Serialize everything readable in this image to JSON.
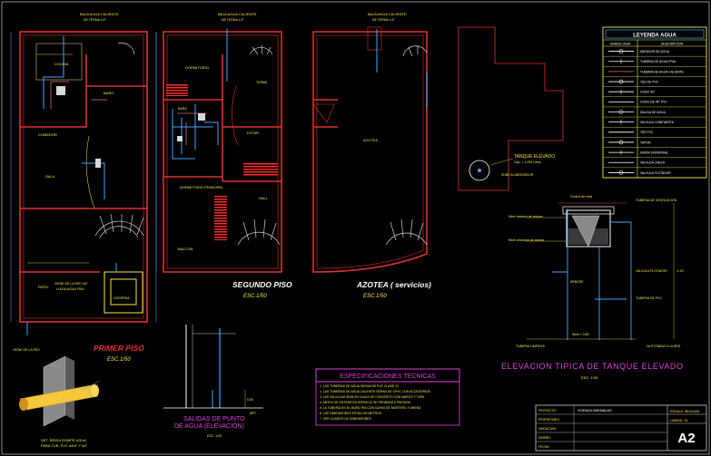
{
  "plans": {
    "first": {
      "title": "PRIMER PISO",
      "scale": "ESC.1/50",
      "rooms": [
        "COCINA",
        "BAÑO",
        "COMEDOR",
        "SALA",
        "PATIO",
        "CISTERNA"
      ],
      "notes": {
        "bajada": "BAJA AGUA CALIENTE",
        "bajada2": "DE TERMA 1/2\"",
        "cisterna1": "VIENE DE LA RED 3/4\"",
        "cisterna2": "LLEGA AGUA FRIA",
        "medidor": "VIENE DE LA RED"
      }
    },
    "second": {
      "title": "SEGUNDO PISO",
      "scale": "ESC.1/50",
      "rooms": [
        "DORMITORIO",
        "BAÑO",
        "DORMITORIO PRINCIPAL",
        "ESTAR",
        "HALL",
        "BALCON",
        "TERMA"
      ],
      "notes": {
        "bajada": "BAJA AGUA CALIENTE",
        "bajada2": "DE TERMA 1/2\""
      }
    },
    "roof": {
      "title": "AZOTEA ( servicios)",
      "scale": "ESC.1/50",
      "rooms": [
        "AZOTEA"
      ],
      "notes": {
        "bajada": "BAJA AGUA CALIENTE",
        "bajada2": "DE TERMA 1/2\"",
        "tank": "TANQUE ELEVADO",
        "tank_cap": "Cap. = 1,200 Litros",
        "alim": "SUBE ALIMENTADOR"
      }
    }
  },
  "legend": {
    "title": "LEYENDA AGUA",
    "col_symbol": "SIMBOLOGIA",
    "col_desc": "DESCRIPCION",
    "rows": [
      "MEDIDOR DE AGUA",
      "TUBERIA DE AGUA FRIA",
      "TUBERIA DE AGUA CALIENTE",
      "TEE DE PVC",
      "CODO 90°",
      "CODO DE 45° PVC",
      "SALIDA DE AGUA",
      "VALVULA COMPUERTA",
      "TEE PVC",
      "TAPON",
      "UNION UNIVERSAL",
      "VALVULA CHECK",
      "VALVULA FLOTADOR"
    ]
  },
  "tank_elevation": {
    "title": "ELEVACION TIPICA DE TANQUE ELEVADO",
    "scale": "ESC. 1/25",
    "labels": {
      "nivel_rebose": "Nivel maximo de rebose",
      "nivel_arranque": "Nivel arranque de bomba",
      "nivel_fondo": "Nivel = 0.80",
      "tuberia": "TUBERIA DE PVC",
      "limpieza": "TUBERIA LIMPIEZA",
      "control": "Control de nivel",
      "reboce": "REBOSE",
      "ventilacion": "TUBERIA DE VENTILACION",
      "flotador": "VALVULA FLOTADOR",
      "impulsion": "Va POTABLE A LA RED",
      "altura": "1.20"
    }
  },
  "water_outlet": {
    "title_line1": "SALIDAS DE PUNTO",
    "title_line2": "DE AGUA (ELEVACION)",
    "scale": "ESC. 1/25",
    "labels": {
      "npt": "NPT",
      "height": "0.60"
    }
  },
  "detail": {
    "title_line1": "DET. BRIDA ROMPE AGUA",
    "title_line2": "PARA TUB. PVC ø3/4\" Y ø2\""
  },
  "specs": {
    "title": "ESPECIFICACIONES TECNICAS",
    "lines": [
      "1. LAS TUBERIAS DE AGUA SERAN DE PVC CLASE 10",
      "2. LAS TUBERIAS DE AGUA CALIENTE SERAN DE CPVC CON ACCESORIOS",
      "3. LAS VALVULAS IRAN EN CAJAS DE CONCRETO CON MARCO Y TAPA",
      "4. ANTES DE ENTRAR EN SERVICIO SE PROBARA A PRESION",
      "5. LA TUBERIA EN EL MURO IRA CON CAPAS DE MORTERO Y ARENA",
      "6. LAS DIMENSIONES ESTAN EN METROS",
      "7. VER CUADRO DE DIMENSIONES"
    ]
  },
  "title_block": {
    "rows": [
      "PROYECTO:",
      "PROPIETARIO:",
      "UBICACION:",
      "DISEÑO:",
      "FECHA:"
    ],
    "row_values": [
      "VIVIENDA UNIFAMILIAR",
      "",
      "",
      "",
      ""
    ],
    "sheet_label": "LAMINA: 1/1",
    "scale_label": "ESCALA: INDICADA",
    "sheet_code": "A2"
  },
  "colors": {
    "wall": "#e03030",
    "pipe_cold": "#3fa8ff",
    "pipe_hot": "#e06a9a",
    "text": "#f4e84a",
    "cyan": "#39e8f0",
    "frame": "#d8d8d8",
    "accent": "#e040e0",
    "fill": "#ff2020"
  }
}
